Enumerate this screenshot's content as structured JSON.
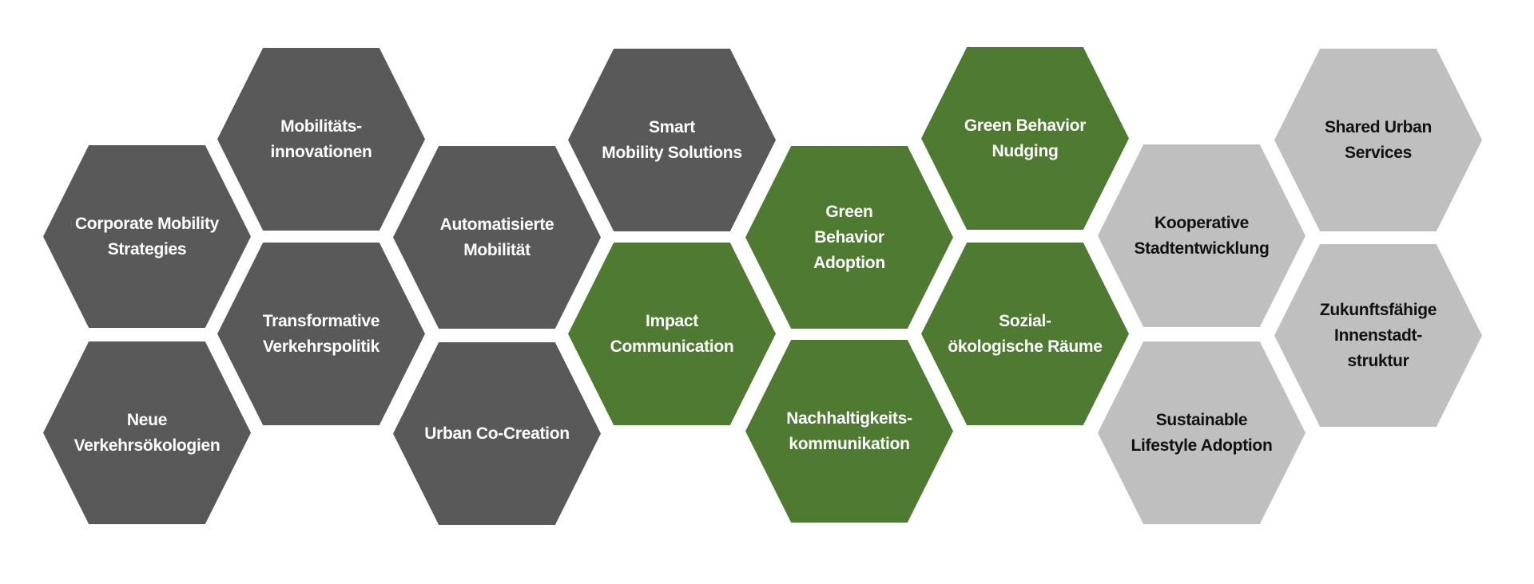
{
  "colors": {
    "dark": "#595959",
    "green": "#4e7a32",
    "light": "#bfbfbf"
  },
  "hexagons": [
    {
      "label": "Corporate Mobility\nStrategies",
      "group": "dark"
    },
    {
      "label": "Neue\nVerkehrsökologien",
      "group": "dark"
    },
    {
      "label": "Mobilitäts-\ninnovationen",
      "group": "dark"
    },
    {
      "label": "Transformative\nVerkehrspolitik",
      "group": "dark"
    },
    {
      "label": "Automatisierte\nMobilität",
      "group": "dark"
    },
    {
      "label": "Urban Co-Creation",
      "group": "dark"
    },
    {
      "label": "Smart\nMobility Solutions",
      "group": "dark"
    },
    {
      "label": "Impact\nCommunication",
      "group": "green"
    },
    {
      "label": "Green\nBehavior\nAdoption",
      "group": "green"
    },
    {
      "label": "Nachhaltigkeits-\nkommunikation",
      "group": "green"
    },
    {
      "label": "Green Behavior\nNudging",
      "group": "green"
    },
    {
      "label": "Sozial-\nökologische Räume",
      "group": "green"
    },
    {
      "label": "Kooperative\nStadtentwicklung",
      "group": "light"
    },
    {
      "label": "Sustainable\nLifestyle Adoption",
      "group": "light"
    },
    {
      "label": "Shared Urban\nServices",
      "group": "light"
    },
    {
      "label": "Zukunftsfähige\nInnenstadt-\nstruktur",
      "group": "light"
    }
  ]
}
